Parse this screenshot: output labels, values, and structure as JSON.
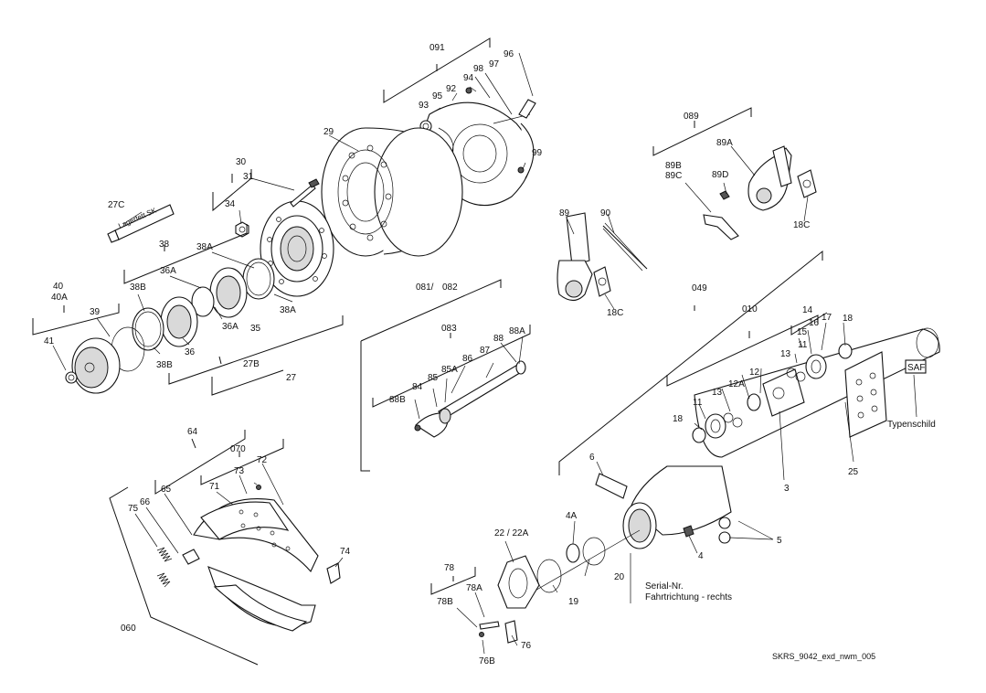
{
  "diagram": {
    "footer_code": "SKRS_9042_exd_nwm_005",
    "callouts": {
      "p091": "091",
      "p96": "96",
      "p97": "97",
      "p98": "98",
      "p94": "94",
      "p92": "92",
      "p95": "95",
      "p93": "93",
      "p99": "99",
      "p29": "29",
      "p30": "30",
      "p31": "31",
      "p34": "34",
      "p27C": "27C",
      "p38": "38",
      "p38A_top": "38A",
      "p36A_top": "36A",
      "p38B_top": "38B",
      "p40": "40",
      "p40A": "40A",
      "p39": "39",
      "p41": "41",
      "p36A_bot": "36A",
      "p36": "36",
      "p38B_bot": "38B",
      "p35": "35",
      "p38A_bot": "38A",
      "p27B": "27B",
      "p27": "27",
      "p089": "089",
      "p89A": "89A",
      "p89B": "89B",
      "p89C": "89C",
      "p89D": "89D",
      "p18C_right": "18C",
      "p89": "89",
      "p90": "90",
      "p18C_mid": "18C",
      "p081": "081/",
      "p082": "082",
      "p083": "083",
      "p88A": "88A",
      "p88": "88",
      "p86": "86",
      "p87": "87",
      "p85A": "85A",
      "p85": "85",
      "p84": "84",
      "p88B": "88B",
      "p049": "049",
      "p010": "010",
      "p14": "14",
      "p15": "15",
      "p16": "16",
      "p17": "17",
      "p18_top": "18",
      "p13_a": "13",
      "p11_a": "11",
      "p12A": "12A",
      "p12": "12",
      "p13_b": "13",
      "p11_b": "11",
      "p18_bot": "18",
      "p3": "3",
      "p25": "25",
      "p6": "6",
      "p5": "5",
      "p4": "4",
      "p4A": "4A",
      "p22": "22 / 22A",
      "p20": "20",
      "p19": "19",
      "p78": "78",
      "p78A": "78A",
      "p78B": "78B",
      "p76": "76",
      "p76B": "76B",
      "p64": "64",
      "p070": "070",
      "p72": "72",
      "p73": "73",
      "p71": "71",
      "p65": "65",
      "p66": "66",
      "p75": "75",
      "p74": "74",
      "p060": "060"
    },
    "notes": {
      "typenschild": "Typenschild",
      "serial": "Serial-Nr.",
      "direction": "Fahrtrichtung - rechts",
      "grease": "Lagerfett SK",
      "axle_logo": "SAF"
    }
  }
}
